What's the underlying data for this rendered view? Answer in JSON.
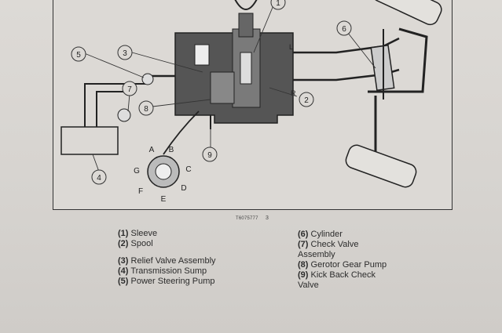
{
  "figure": {
    "id": "T6075777",
    "number": "3",
    "callouts": [
      "1",
      "2",
      "3",
      "4",
      "5",
      "6",
      "7",
      "8",
      "9"
    ],
    "port_letters": [
      "A",
      "B",
      "C",
      "D",
      "E",
      "F",
      "G"
    ],
    "line_marks": [
      "L",
      "R"
    ]
  },
  "legend_left": [
    {
      "num": "(1)",
      "text": "Sleeve"
    },
    {
      "num": "(2)",
      "text": "Spool"
    },
    {
      "num": "(3)",
      "text": "Relief Valve Assembly"
    },
    {
      "num": "(4)",
      "text": "Transmission Sump"
    },
    {
      "num": "(5)",
      "text": "Power Steering Pump"
    }
  ],
  "legend_right": [
    {
      "num": "(6)",
      "text": "Cylinder"
    },
    {
      "num": "(7)",
      "text": "Check Valve Assembly"
    },
    {
      "num": "(8)",
      "text": "Gerotor Gear Pump"
    },
    {
      "num": "(9)",
      "text": "Kick Back Check Valve"
    }
  ]
}
